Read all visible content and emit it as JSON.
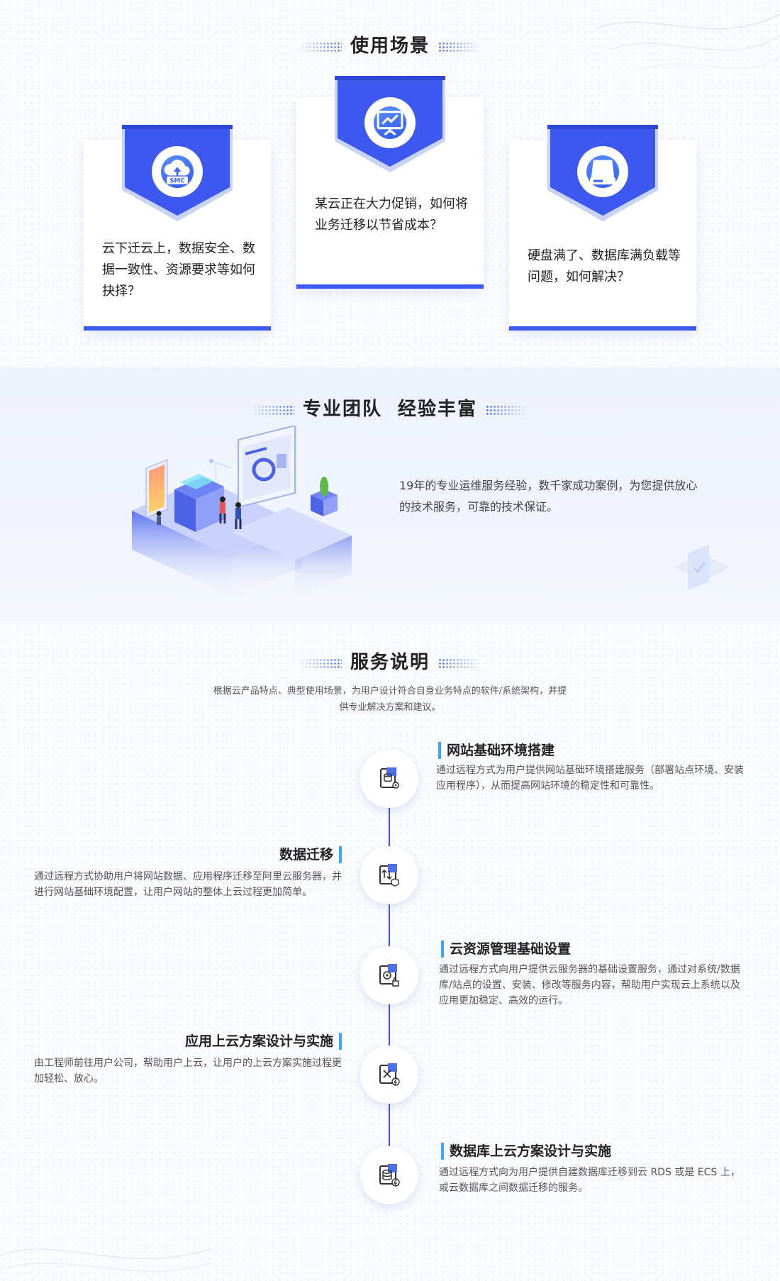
{
  "scenarios": {
    "title": "使用场景",
    "cards": [
      {
        "icon": "cloud-upload-smc-icon",
        "icon_label": "SMC",
        "text": "云下迁云上，数据安全、数据一致性、资源要求等如何抉择？"
      },
      {
        "icon": "presentation-chart-icon",
        "text": "某云正在大力促销，如何将业务迁移以节省成本？"
      },
      {
        "icon": "hard-disk-icon",
        "text": "硬盘满了、数据库满负载等问题，如何解决？"
      }
    ]
  },
  "team": {
    "title": "专业团队  经验丰富",
    "description": "19年的专业运维服务经验，数千家成功案例，为您提供放心的技术服务，可靠的技术保证。"
  },
  "services": {
    "title": "服务说明",
    "intro": "根据云产品特点、典型使用场景，为用户设计符合自身业务特点的软件/系统架构，并提供专业解决方案和建议。",
    "items": [
      {
        "side": "right",
        "icon": "server-settings-icon",
        "title": "网站基础环境搭建",
        "desc": "通过远程方式为用户提供网站基础环境搭建服务（部署站点环境、安装应用程序），从而提高网站环境的稳定性和可靠性。"
      },
      {
        "side": "left",
        "icon": "transfer-shield-icon",
        "title": "数据迁移",
        "desc": "通过远程方式协助用户将网站数据、应用程序迁移至阿里云服务器，并进行网站基础环境配置，让用户网站的整体上云过程更加简单。"
      },
      {
        "side": "right",
        "icon": "gear-thumbs-up-icon",
        "title": "云资源管理基础设置",
        "desc": "通过远程方式向用户提供云服务器的基础设置服务，通过对系统/数据库/站点的设置、安装、修改等服务内容，帮助用户实现云上系统以及应用更加稳定、高效的运行。"
      },
      {
        "side": "left",
        "icon": "tools-lightning-icon",
        "title": "应用上云方案设计与实施",
        "desc": "由工程师前往用户公司，帮助用户上云，让用户的上云方案实施过程更加轻松、放心。"
      },
      {
        "side": "right",
        "icon": "database-lightning-icon",
        "title": "数据库上云方案设计与实施",
        "desc": "通过远程方式向为用户提供自建数据库迁移到云 RDS 或是 ECS 上，或云数据库之间数据迁移的服务。"
      }
    ]
  },
  "colors": {
    "accent": "#3c58ee",
    "accent_light": "#3da6ff",
    "band": "#eef2fc"
  }
}
